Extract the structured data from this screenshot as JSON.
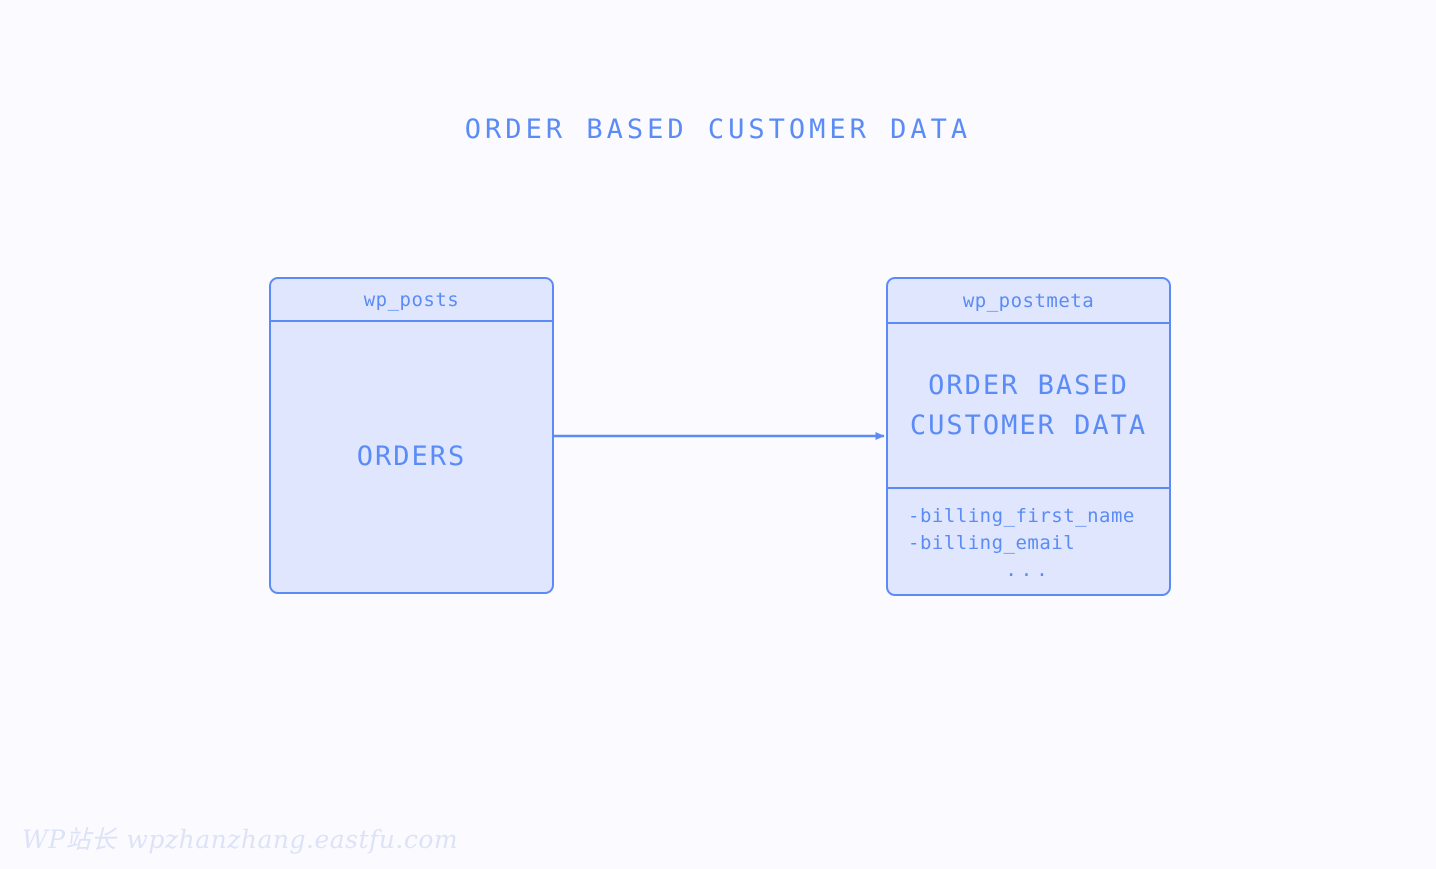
{
  "page": {
    "background_color": "#fafaff",
    "accent_color": "#5b8cf5",
    "box_fill_color": "#dfe6fd",
    "title": "ORDER BASED CUSTOMER DATA"
  },
  "diagram": {
    "type": "entity-relationship",
    "boxes": [
      {
        "id": "wp_posts",
        "header": "wp_posts",
        "body": "ORDERS",
        "footer": []
      },
      {
        "id": "wp_postmeta",
        "header": "wp_postmeta",
        "body_line1": "ORDER BASED",
        "body_line2": "CUSTOMER DATA",
        "footer": [
          "-billing_first_name",
          "-billing_email",
          "..."
        ]
      }
    ],
    "connector": {
      "from": "wp_posts",
      "to": "wp_postmeta",
      "style": "solid-arrow",
      "label": ""
    }
  },
  "watermark": {
    "brand": "WP站长",
    "url": "wpzhanzhang.eastfu.com"
  }
}
